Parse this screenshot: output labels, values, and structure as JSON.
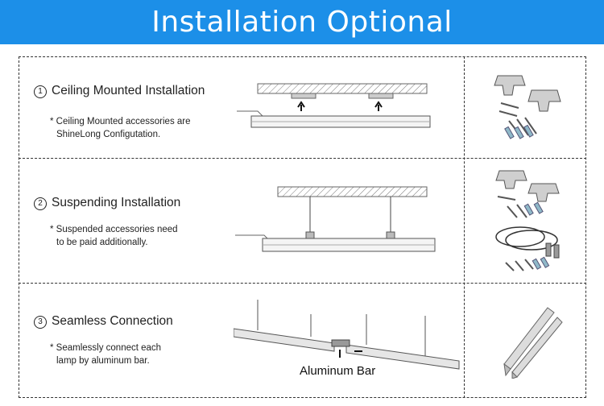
{
  "header": {
    "title": "Installation Optional"
  },
  "rows": [
    {
      "number": "1",
      "title": "Ceiling Mounted Installation",
      "note_line1": "* Ceiling Mounted accessories are",
      "note_line2": "ShineLong Configutation."
    },
    {
      "number": "2",
      "title": "Suspending Installation",
      "note_line1": "* Suspended accessories need",
      "note_line2": "to be paid additionally."
    },
    {
      "number": "3",
      "title": "Seamless Connection",
      "note_line1": "* Seamlessly connect each",
      "note_line2": "lamp by aluminum bar."
    }
  ],
  "diagram_labels": {
    "aluminum_bar": "Aluminum Bar"
  },
  "icons": [
    "bracket-screws-icon",
    "wire-suspension-kit-icon",
    "aluminum-bar-icon"
  ],
  "colors": {
    "banner": "#1c8fe8",
    "banner_text": "#ffffff"
  }
}
